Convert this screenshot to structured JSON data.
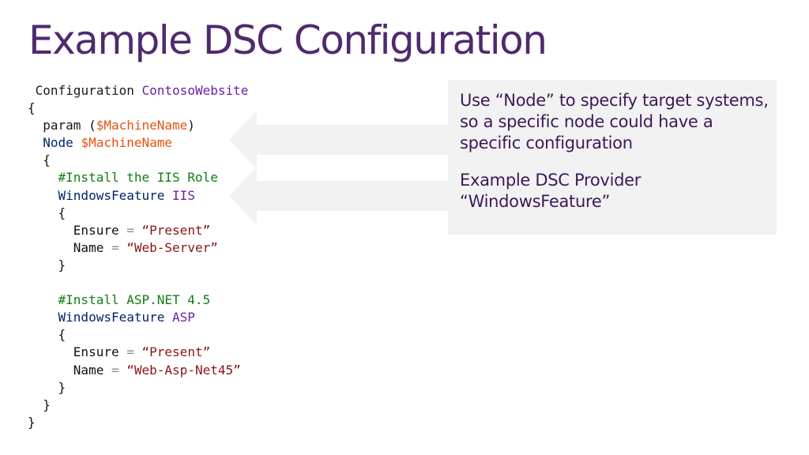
{
  "title": "Example DSC Configuration",
  "code": {
    "l1_kw": "Configuration",
    "l1_name": "ContosoWebsite",
    "open": "{",
    "close": "}",
    "param_kw": "param",
    "param_var": "$MachineName",
    "node_kw": "Node",
    "node_var": "$MachineName",
    "comment1": "#Install the IIS Role",
    "feature_kw": "WindowsFeature",
    "feature1_name": "IIS",
    "ensure_key": "Ensure",
    "equals": "=",
    "present_value": "“Present”",
    "name_key": "Name",
    "name1_value": "“Web-Server”",
    "comment2": "#Install ASP.NET 4.5",
    "feature2_name": "ASP",
    "name2_value": "“Web-Asp-Net45”"
  },
  "callout": {
    "point1": "Use “Node” to specify target systems, so a specific node could have a specific configuration",
    "point2": "Example DSC Provider “WindowsFeature”"
  }
}
